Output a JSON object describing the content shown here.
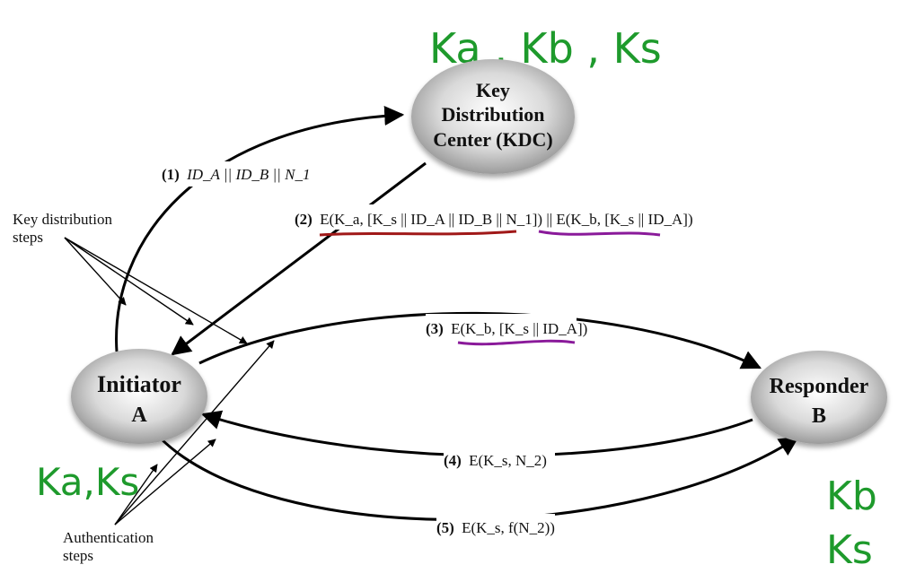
{
  "handwritten": {
    "kdc_keys": "Ka , Kb , Ks",
    "initiator_keys": "Ka,Ks",
    "responder_key_1": "Kb",
    "responder_key_2": "Ks"
  },
  "nodes": {
    "kdc": {
      "line1": "Key",
      "line2": "Distribution",
      "line3": "Center (KDC)"
    },
    "initiator": {
      "line1": "Initiator",
      "line2": "A"
    },
    "responder": {
      "line1": "Responder",
      "line2": "B"
    }
  },
  "side_labels": {
    "key_distribution_line1": "Key distribution",
    "key_distribution_line2": "steps",
    "authentication_line1": "Authentication",
    "authentication_line2": "steps"
  },
  "steps": {
    "s1": {
      "num": "(1)",
      "text": "ID_A || ID_B || N_1"
    },
    "s2": {
      "num": "(2)",
      "text": "E(K_a, [K_s || ID_A || ID_B || N_1]) || E(K_b, [K_s || ID_A])"
    },
    "s3": {
      "num": "(3)",
      "text": "E(K_b, [K_s || ID_A])"
    },
    "s4": {
      "num": "(4)",
      "text": "E(K_s, N_2)"
    },
    "s5": {
      "num": "(5)",
      "text": "E(K_s, f(N_2))"
    }
  },
  "colors": {
    "handwriting": "#1e9a2c",
    "underline_red": "#a01818",
    "underline_purple": "#8a1a9a"
  }
}
